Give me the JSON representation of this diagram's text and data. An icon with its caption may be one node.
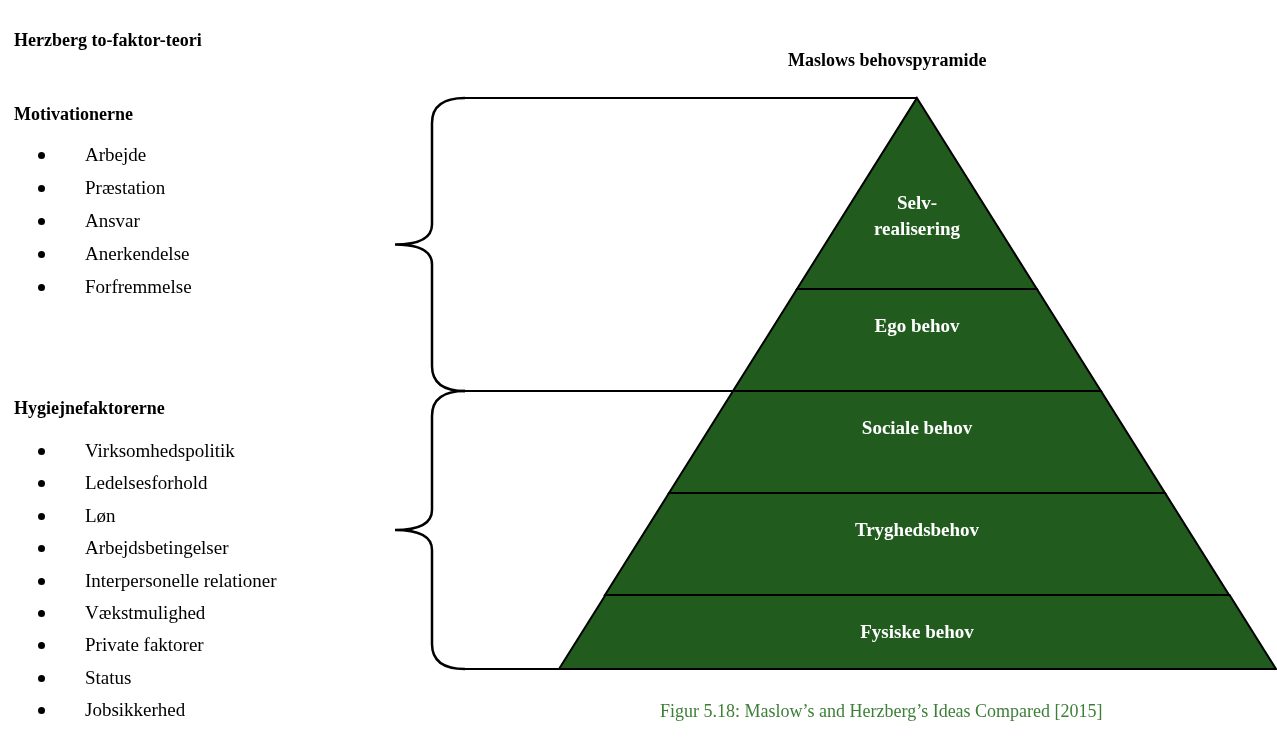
{
  "diagram": {
    "caption": "Figur 5.18: Maslow’s and Herzberg’s Ideas Compared [2015]",
    "nodes": [
      {
        "text": [
          "Selv- realisering"
        ]
      },
      {
        "text": [
          "Ego behov"
        ]
      },
      {
        "text": [
          "Sociale behov"
        ]
      },
      {
        "text": [
          "Tryghedsbehov"
        ]
      },
      {
        "text": [
          "Fysiske behov"
        ]
      }
    ],
    "labels": [
      "Herzberg to-faktor-teori",
      "Maslows behovspyramide",
      "Motivationerne",
      "Arbejde",
      "Præstation",
      "Ansvar",
      "Anerkendelse",
      "Forfremmelse",
      "Hygiejnefaktorerne",
      "Virksomhedspolitik",
      "Ledelsesforhold",
      "Løn",
      "Arbejdsbetingelser",
      "Interpersonelle relationer",
      "Vækstmulighed",
      "Private faktorer",
      "Status",
      "Jobsikkerhed"
    ]
  }
}
